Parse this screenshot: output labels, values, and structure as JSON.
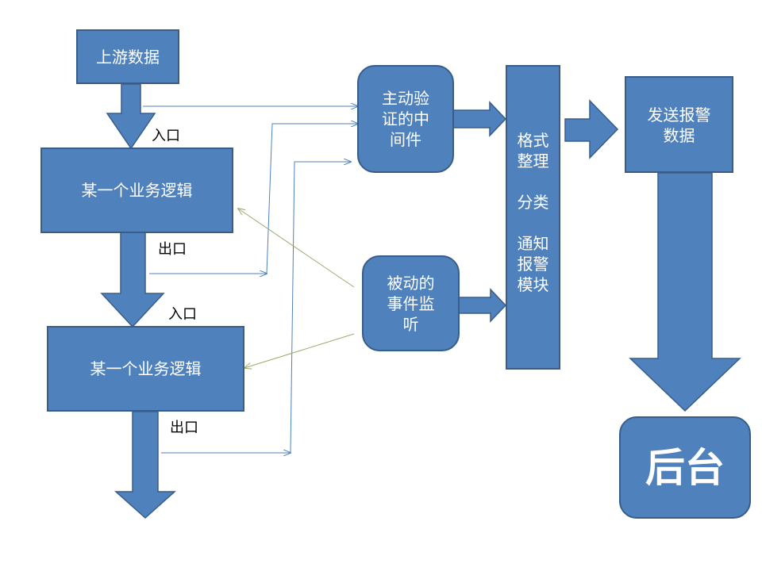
{
  "nodes": {
    "upstream": "上游数据",
    "logic1": "某一个业务逻辑",
    "logic2": "某一个业务逻辑",
    "middleware_lines": [
      "主动验",
      "证的中",
      "间件"
    ],
    "listener_lines": [
      "被动的",
      "事件监",
      "听"
    ],
    "format_lines": [
      "格式",
      "整理",
      "",
      "分类",
      "",
      "通知",
      "报警",
      "模块"
    ],
    "send_lines": [
      "发送报警",
      "数据"
    ],
    "backend": "后台"
  },
  "labels": {
    "entry1": "入口",
    "exit1": "出口",
    "entry2": "入口",
    "exit2": "出口"
  },
  "colors": {
    "box_fill": "#4f81bd",
    "box_border": "#385d8a",
    "blue_connector": "#4f81bd",
    "green_connector": "#9bab6b"
  }
}
